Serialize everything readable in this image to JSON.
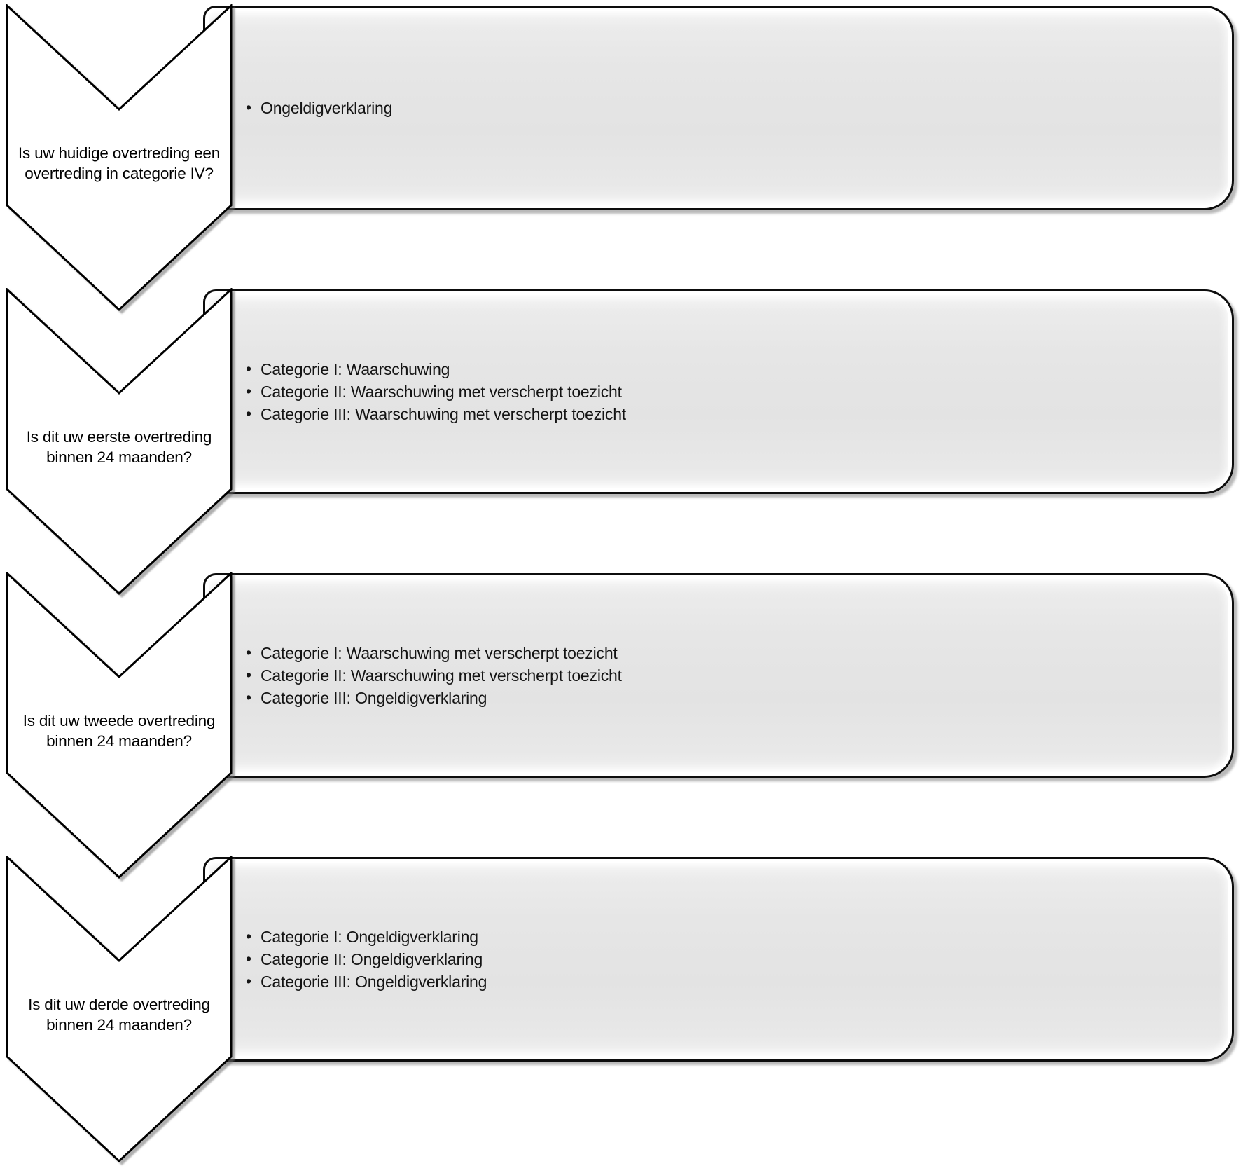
{
  "diagram": {
    "type": "vertical-chevron-flowchart",
    "language": "nl",
    "background_color": "#ffffff",
    "colors": {
      "box_fill": "#e6e6e6",
      "box_border": "#0d0d0d",
      "box_inner_bevel": "#ffffff",
      "chevron_fill": "#ffffff",
      "chevron_border": "#000000",
      "text": "#141414",
      "shadow": "#6e6e6e"
    },
    "bullet_char": "•",
    "rows": [
      {
        "question_line1": "Is uw huidige overtreding een",
        "question_line2": "overtreding in categorie IV?",
        "outcomes": [
          "Ongeldigverklaring"
        ]
      },
      {
        "question_line1": "Is dit uw eerste overtreding",
        "question_line2": "binnen 24 maanden?",
        "outcomes": [
          "Categorie I: Waarschuwing",
          "Categorie II: Waarschuwing met verscherpt toezicht",
          "Categorie III: Waarschuwing met verscherpt toezicht"
        ]
      },
      {
        "question_line1": "Is dit uw tweede overtreding",
        "question_line2": "binnen 24 maanden?",
        "outcomes": [
          "Categorie I: Waarschuwing met verscherpt toezicht",
          "Categorie II: Waarschuwing met verscherpt toezicht",
          "Categorie III: Ongeldigverklaring"
        ]
      },
      {
        "question_line1": "Is dit uw derde overtreding",
        "question_line2": "binnen 24 maanden?",
        "outcomes": [
          "Categorie I: Ongeldigverklaring",
          "Categorie II: Ongeldigverklaring",
          "Categorie III: Ongeldigverklaring"
        ]
      }
    ]
  }
}
